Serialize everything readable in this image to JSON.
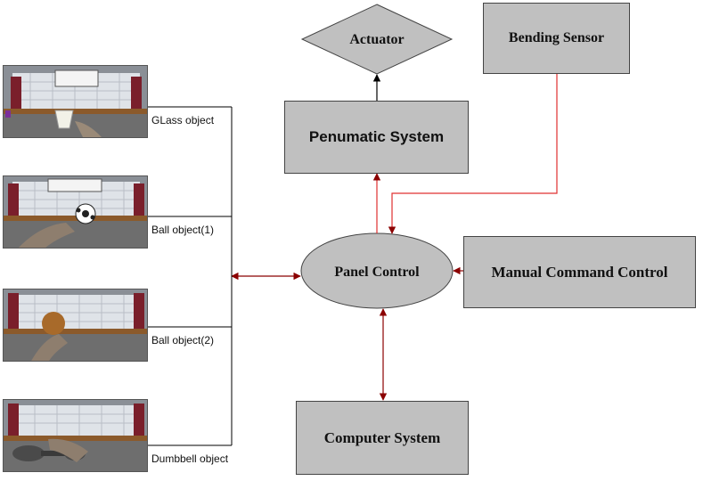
{
  "nodes": {
    "actuator": "Actuator",
    "bending_sensor": "Bending Sensor",
    "pneumatic_system": "Penumatic System",
    "panel_control": "Panel Control",
    "manual_command_control": "Manual Command Control",
    "computer_system": "Computer System"
  },
  "objects": [
    {
      "label": "GLass object",
      "item": "glass"
    },
    {
      "label": "Ball object(1)",
      "item": "soccer-ball"
    },
    {
      "label": "Ball object(2)",
      "item": "ball"
    },
    {
      "label": "Dumbbell object",
      "item": "dumbbell"
    }
  ],
  "colors": {
    "box_fill": "#c0c0c0",
    "red_connector": "#e03030",
    "dark_red_arrow": "#8b0000",
    "black_connector": "#000000"
  }
}
